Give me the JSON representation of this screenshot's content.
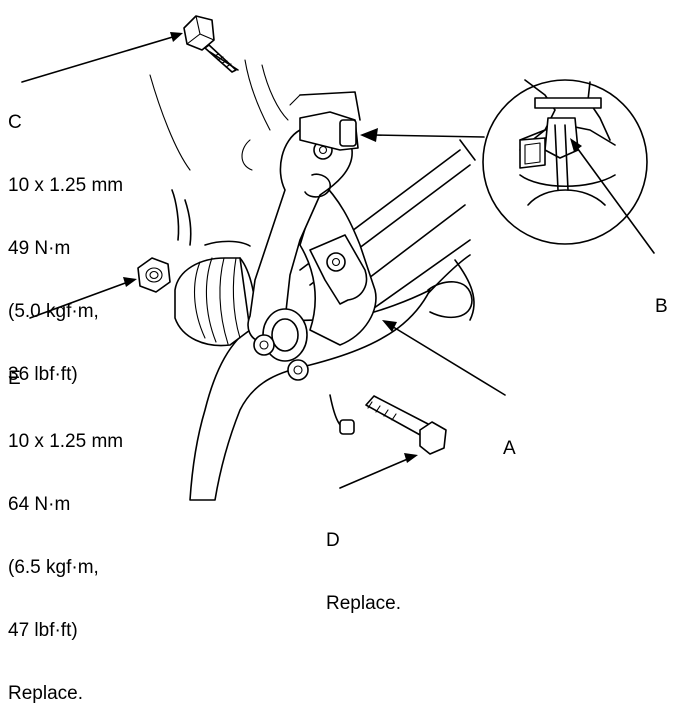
{
  "callouts": {
    "A": {
      "letter": "A"
    },
    "B": {
      "letter": "B"
    },
    "C": {
      "letter": "C",
      "size": "10 x 1.25 mm",
      "torque_nm": "49 N·m",
      "torque_kgf": "(5.0 kgf·m,",
      "torque_lbf": "36 lbf·ft)"
    },
    "D": {
      "letter": "D",
      "note": "Replace."
    },
    "E": {
      "letter": "E",
      "size": "10 x 1.25 mm",
      "torque_nm": "64 N·m",
      "torque_kgf": "(6.5 kgf·m,",
      "torque_lbf": "47 lbf·ft)",
      "note": "Replace."
    }
  }
}
